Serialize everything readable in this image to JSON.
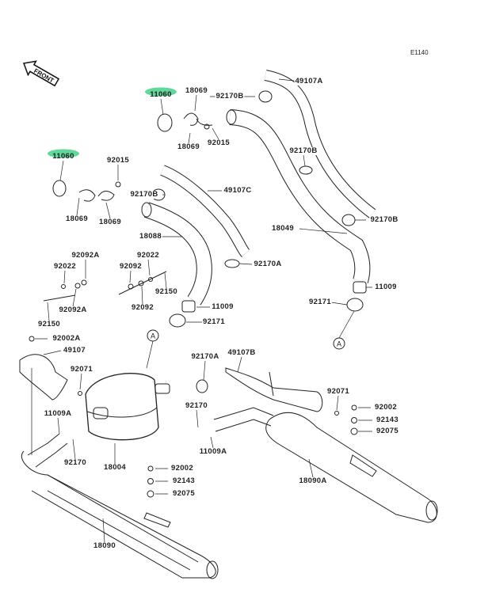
{
  "diagram_code": "E1140",
  "front_arrow": "FRONT",
  "highlight_color": "#5fd89a",
  "reference_marker": "A",
  "part_labels": [
    "11060",
    "18069",
    "92170B",
    "49107A",
    "18069",
    "92015",
    "92170B",
    "11060",
    "92015",
    "92170B",
    "49107C",
    "18069",
    "18069",
    "18088",
    "18049",
    "92170B",
    "92170A",
    "92092A",
    "92022",
    "92092",
    "92022",
    "92092A",
    "92150",
    "92092",
    "92150",
    "11009",
    "92171",
    "11009",
    "92171",
    "92002A",
    "49107",
    "92071",
    "92170A",
    "49107B",
    "92071",
    "92002",
    "92143",
    "92075",
    "11009A",
    "92170",
    "11009A",
    "92170",
    "18004",
    "92002",
    "92143",
    "92075",
    "18090A",
    "18090"
  ]
}
